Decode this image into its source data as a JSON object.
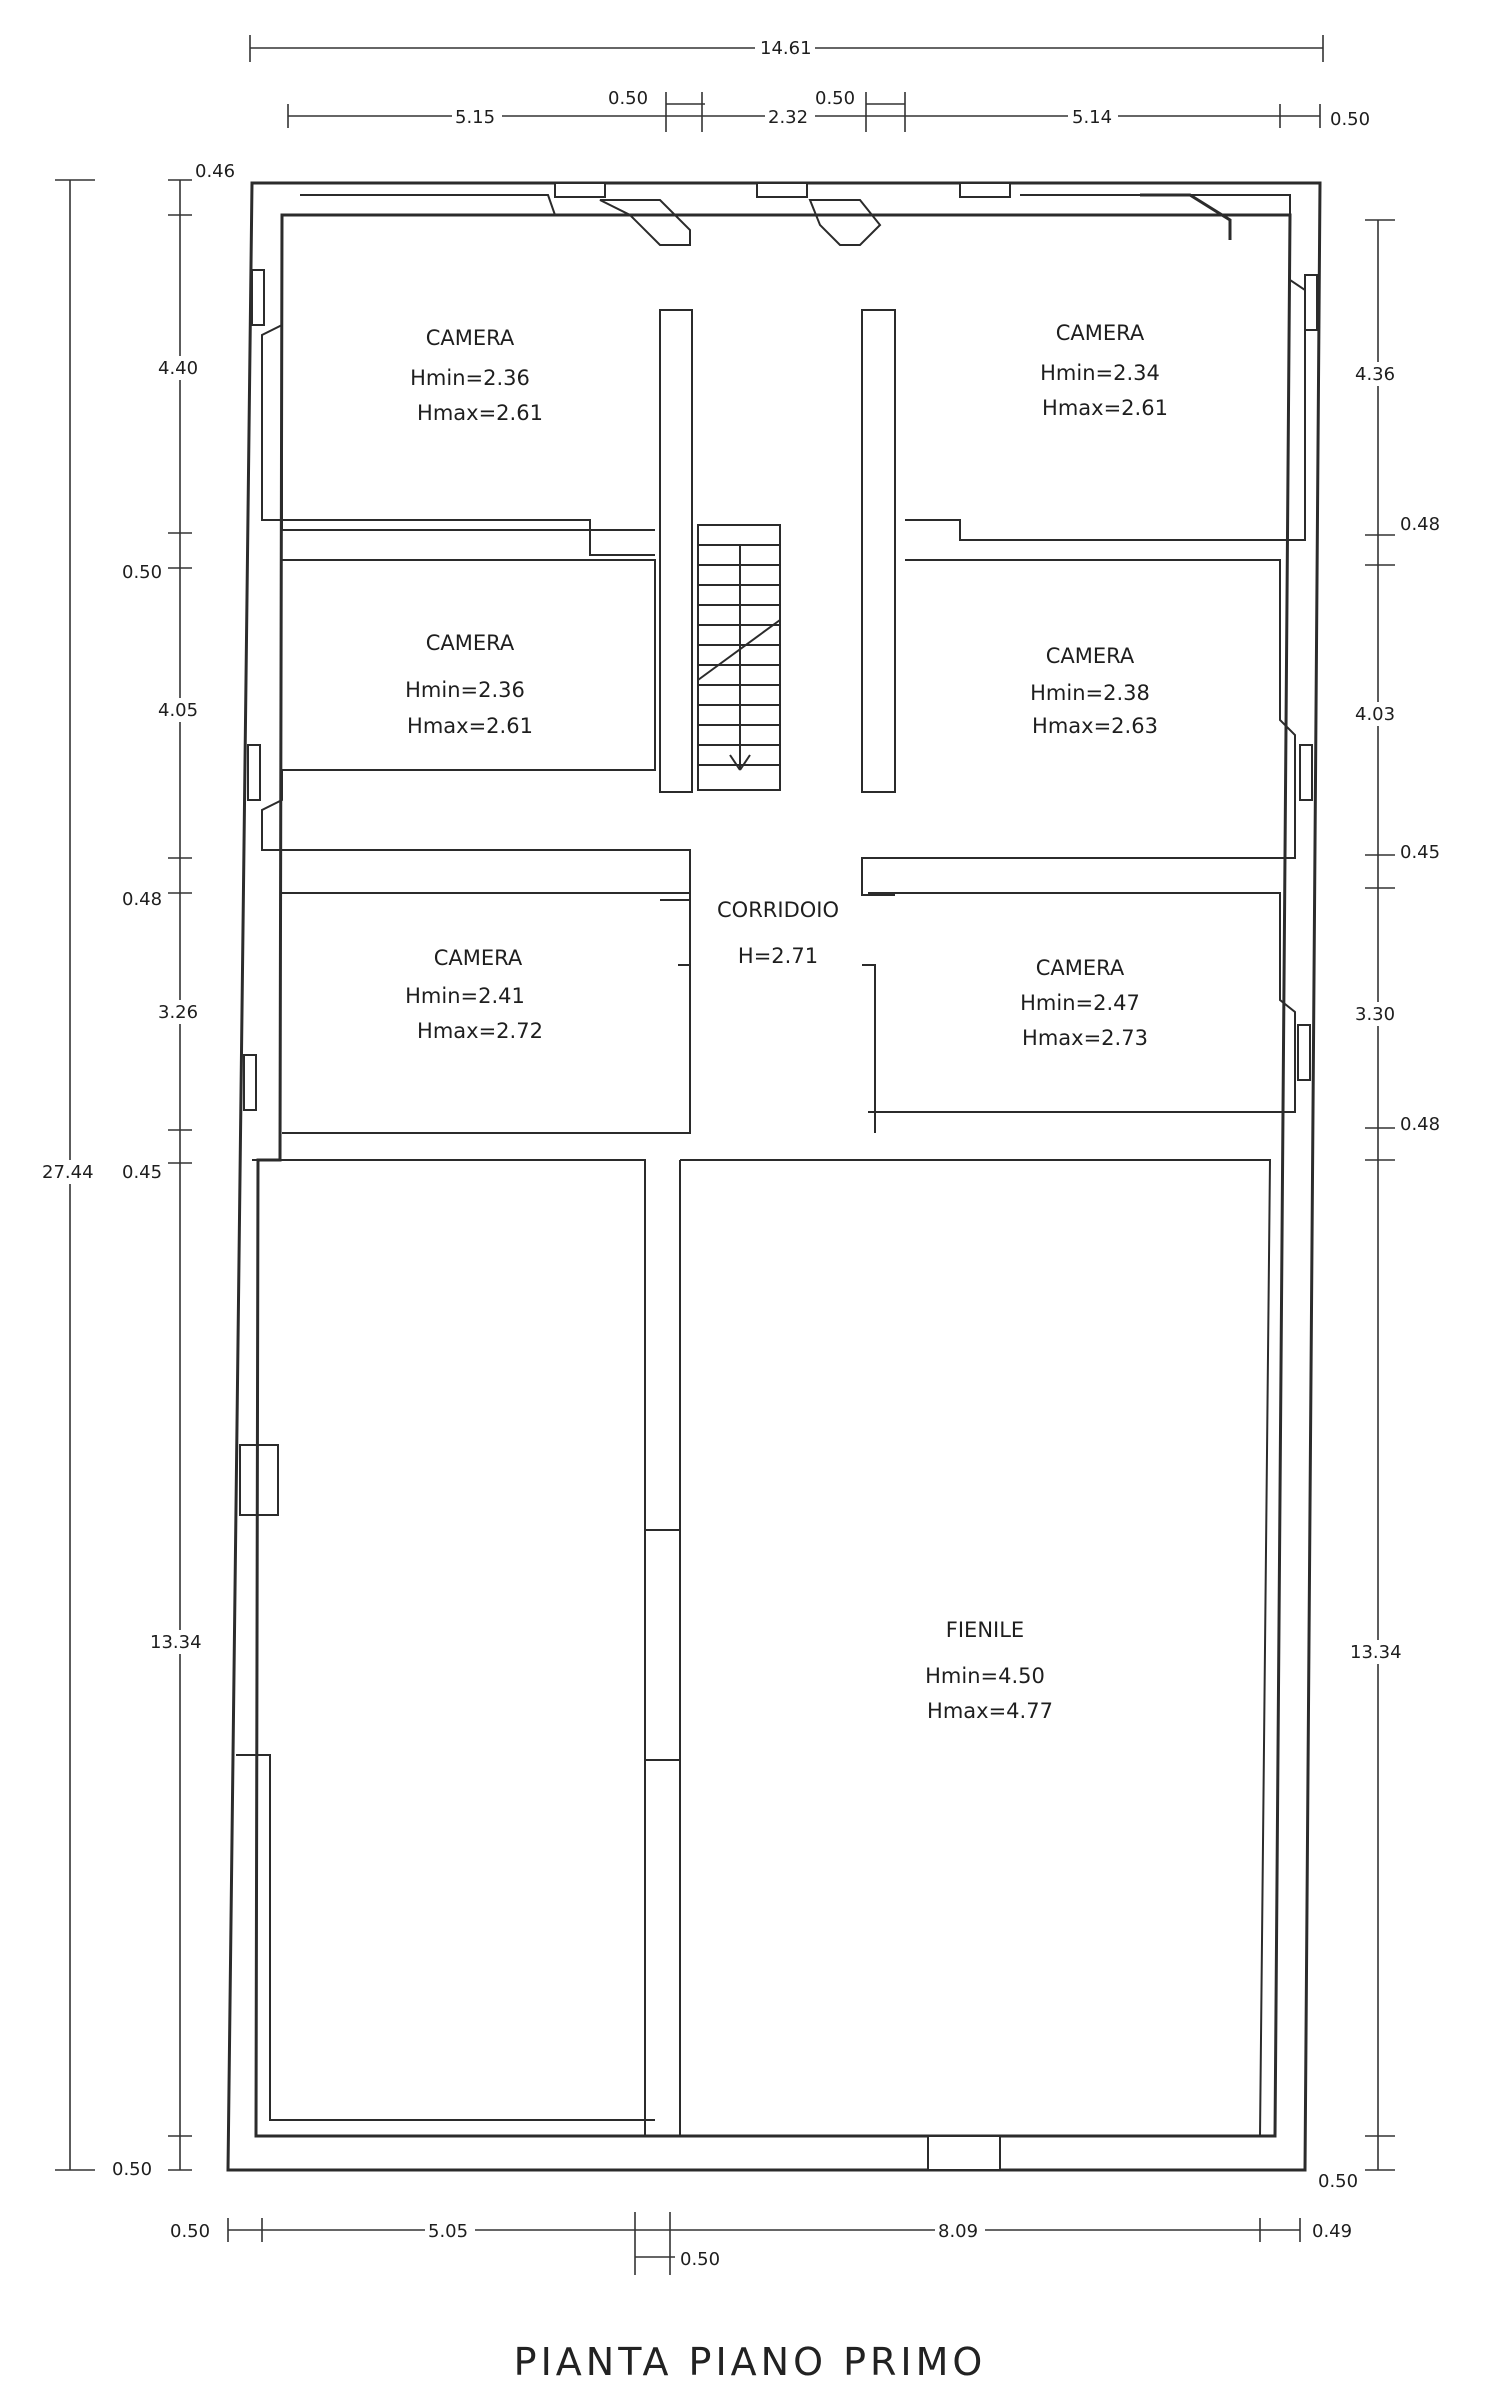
{
  "title": "PIANTA PIANO PRIMO",
  "rooms": [
    {
      "name": "CAMERA",
      "hmin": "Hmin=2.36",
      "hmax": "Hmax=2.61"
    },
    {
      "name": "CAMERA",
      "hmin": "Hmin=2.34",
      "hmax": "Hmax=2.61"
    },
    {
      "name": "CAMERA",
      "hmin": "Hmin=2.36",
      "hmax": "Hmax=2.61"
    },
    {
      "name": "CAMERA",
      "hmin": "Hmin=2.38",
      "hmax": "Hmax=2.63"
    },
    {
      "name": "CAMERA",
      "hmin": "Hmin=2.41",
      "hmax": "Hmax=2.72"
    },
    {
      "name": "CAMERA",
      "hmin": "Hmin=2.47",
      "hmax": "Hmax=2.73"
    },
    {
      "name": "CORRIDOIO",
      "h": "H=2.71"
    },
    {
      "name": "FIENILE",
      "hmin": "Hmin=4.50",
      "hmax": "Hmax=4.77"
    }
  ],
  "dimensions": {
    "top_total": "14.61",
    "top": [
      "5.15",
      "0.50",
      "2.32",
      "0.50",
      "5.14",
      "0.50"
    ],
    "left_total": "27.44",
    "left": [
      "0.46",
      "4.40",
      "0.50",
      "4.05",
      "0.48",
      "3.26",
      "0.45",
      "13.34",
      "0.50"
    ],
    "right": [
      "4.36",
      "0.48",
      "4.03",
      "0.45",
      "3.30",
      "0.48",
      "13.34",
      "0.50"
    ],
    "bottom": [
      "0.50",
      "5.05",
      "8.09",
      "0.49",
      "0.50"
    ]
  }
}
